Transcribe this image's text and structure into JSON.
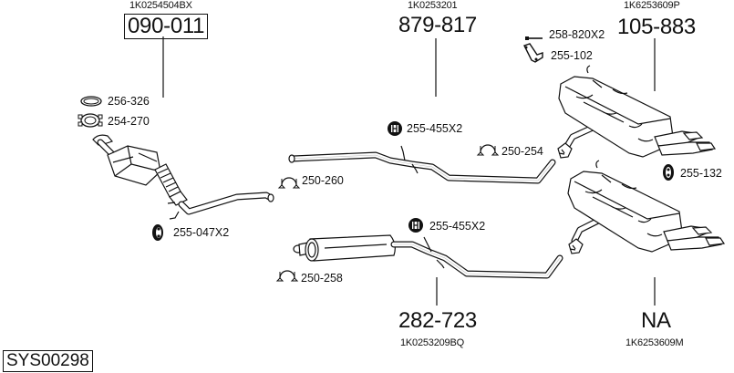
{
  "system": {
    "code": "SYS00298"
  },
  "main_parts": [
    {
      "id": "catalytic-converter",
      "oem": "1K0254504BX",
      "part_no": "090-011",
      "boxed": true
    },
    {
      "id": "front-pipe",
      "oem": "1K0253201",
      "part_no": "879-817",
      "boxed": false
    },
    {
      "id": "rear-silencer-top",
      "oem": "1K6253609P",
      "part_no": "105-883",
      "boxed": false
    },
    {
      "id": "middle-silencer",
      "oem": "1K0253209BQ",
      "part_no": "282-723",
      "boxed": false
    },
    {
      "id": "rear-silencer-bottom",
      "oem": "1K6253609M",
      "part_no": "NA",
      "boxed": false
    }
  ],
  "accessories": [
    {
      "id": "gasket-ring",
      "icon": "gasket-ring-icon",
      "label": "256-326"
    },
    {
      "id": "clamp-front",
      "icon": "clamp-icon",
      "label": "254-270"
    },
    {
      "id": "rubber-mount-cat",
      "icon": "rubber-mount-icon",
      "label": "255-047X2"
    },
    {
      "id": "clamp-250-260",
      "icon": "u-clamp-icon",
      "label": "250-260"
    },
    {
      "id": "hanger-front-pipe",
      "icon": "rubber-hanger-icon",
      "label": "255-455X2"
    },
    {
      "id": "clamp-250-254",
      "icon": "u-clamp-icon",
      "label": "250-254"
    },
    {
      "id": "bolt",
      "icon": "bolt-icon",
      "label": "258-820X2"
    },
    {
      "id": "bracket",
      "icon": "bracket-icon",
      "label": "255-102"
    },
    {
      "id": "rubber-mount-rear",
      "icon": "rubber-mount-icon",
      "label": "255-132"
    },
    {
      "id": "hanger-middle",
      "icon": "rubber-hanger-icon",
      "label": "255-455X2"
    },
    {
      "id": "clamp-250-258",
      "icon": "u-clamp-icon",
      "label": "250-258"
    }
  ],
  "colors": {
    "line": "#111111",
    "background": "#ffffff"
  }
}
